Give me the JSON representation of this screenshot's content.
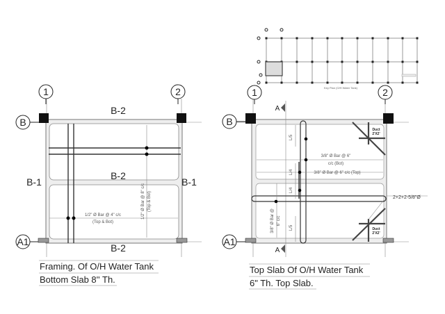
{
  "key_plan": {
    "caption": "Key Plan (O/H Water Tank)"
  },
  "left": {
    "grid": {
      "col1": "1",
      "col2": "2",
      "rowB": "B",
      "rowA1": "A1"
    },
    "beams": {
      "top": "B-2",
      "middle": "B-2",
      "bottom": "B-2",
      "left": "B-1",
      "right": "B-1"
    },
    "rebar_h": {
      "line1": "1/2\" Ø Bar @ 4\" c/c",
      "line2": "(Top & Bot)"
    },
    "rebar_v": {
      "line1": "1/2\" Ø Bar @ 8\" c/c",
      "line2": "(Top & Bot)"
    },
    "title1": "Framing. Of O/H Water Tank",
    "title2": "Bottom Slab 8'' Th."
  },
  "right": {
    "grid": {
      "col1": "1",
      "col2": "2",
      "rowB": "B",
      "rowA1": "A1"
    },
    "section_top": "A",
    "section_bottom": "A",
    "dims": {
      "l5_top": "L/5",
      "l4_a": "L/4",
      "l4_b": "L/4",
      "l5_bot": "L/5"
    },
    "rebar_bot": {
      "line1": "3/8\" Ø Bar @ 6\"",
      "line2": "c/c (Bot)"
    },
    "rebar_top": "3/8\" Ø Bar @ 6\" c/c (Top)",
    "rebar_v": {
      "line1": "3/8\" Ø Bar @",
      "line2": "6\" c/c"
    },
    "beam_bars": "2+2+2-5/8\"Ø",
    "duct1": {
      "line1": "Duct",
      "line2": "2'X2'"
    },
    "duct2": {
      "line1": "Duct",
      "line2": "2'X2'"
    },
    "title1": "Top Slab Of O/H Water Tank",
    "title2": "6\" Th. Top Slab."
  }
}
